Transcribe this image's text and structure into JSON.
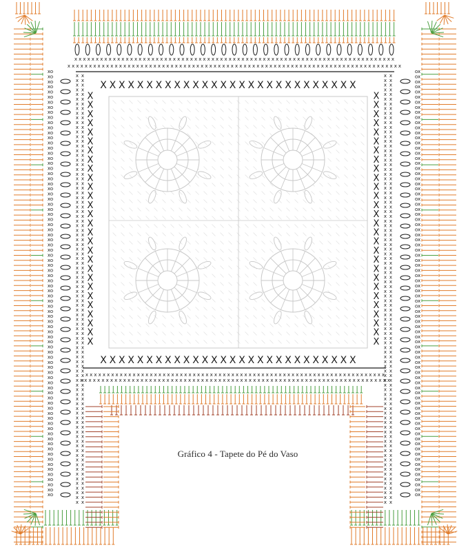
{
  "caption": "Gráfico 4 - Tapete do Pé do Vaso",
  "colors": {
    "orange": "#e07b2a",
    "green": "#4a9e3f",
    "dark": "#1a1a1a",
    "red_brown": "#a0422a",
    "motif_gray": "#c8c8c8",
    "background": "#ffffff"
  },
  "symbols": {
    "chain_stitch": "x",
    "slip_stitch": "o",
    "single_crochet": "X",
    "double_crochet": "T"
  }
}
